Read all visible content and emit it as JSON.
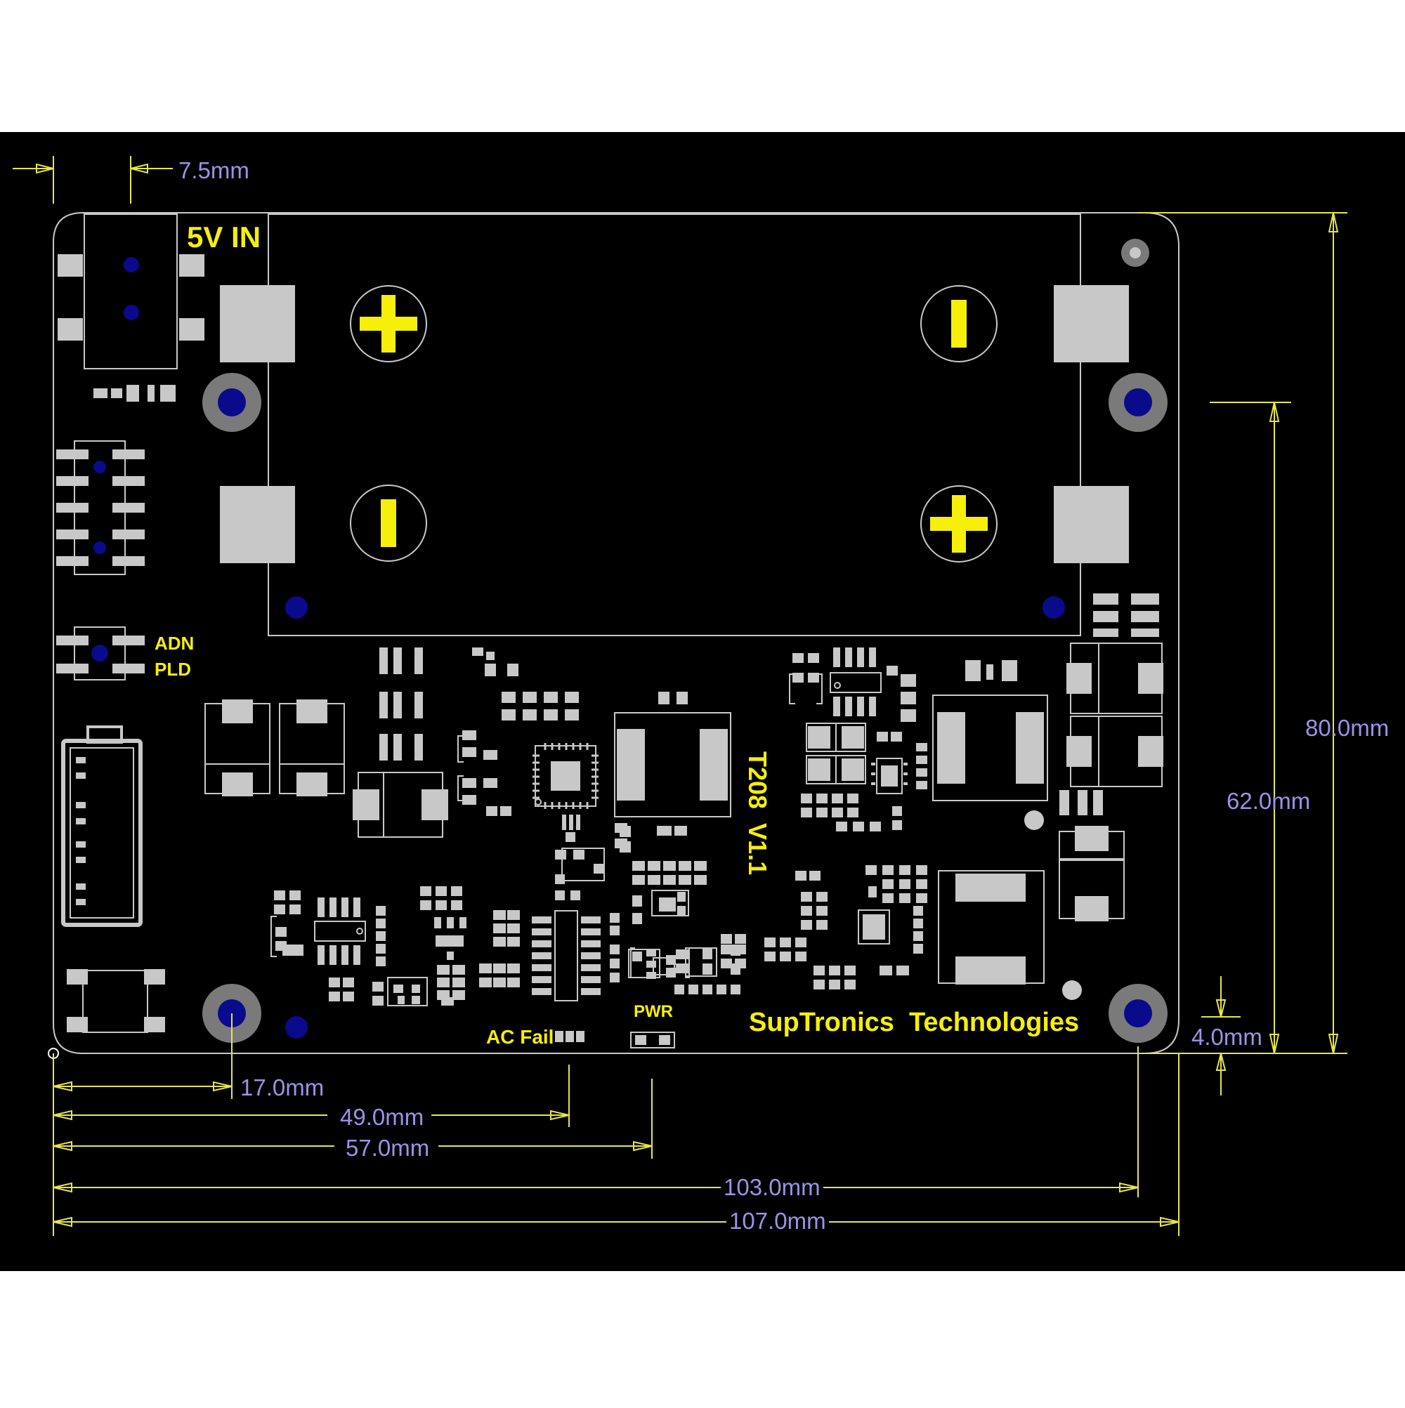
{
  "colors": {
    "background": "#000000",
    "page": "#ffffff",
    "outline": "#c8c8c8",
    "pad": "#c8c8c8",
    "via": "#0a0a8c",
    "silkscreen": "#f5ef0a",
    "dimension_line": "#e6e64a",
    "dimension_text": "#9b93e6"
  },
  "board": {
    "silkscreen": {
      "input_label": "5V IN",
      "adn_label": "ADN",
      "pld_label": "PLD",
      "ac_fail_label": "AC Fail",
      "pwr_label": "PWR",
      "model_label": "T208  V1.1",
      "brand_label": "SupTronics  Technologies"
    },
    "icons": {
      "battery_connector": "battery-icon",
      "plus_terminal": "plus-icon",
      "minus_terminal": "minus-icon"
    }
  },
  "dimensions": {
    "d_7_5": "7.5mm",
    "d_80": "80.0mm",
    "d_62": "62.0mm",
    "d_4": "4.0mm",
    "d_17": "17.0mm",
    "d_49": "49.0mm",
    "d_57": "57.0mm",
    "d_103": "103.0mm",
    "d_107": "107.0mm"
  }
}
